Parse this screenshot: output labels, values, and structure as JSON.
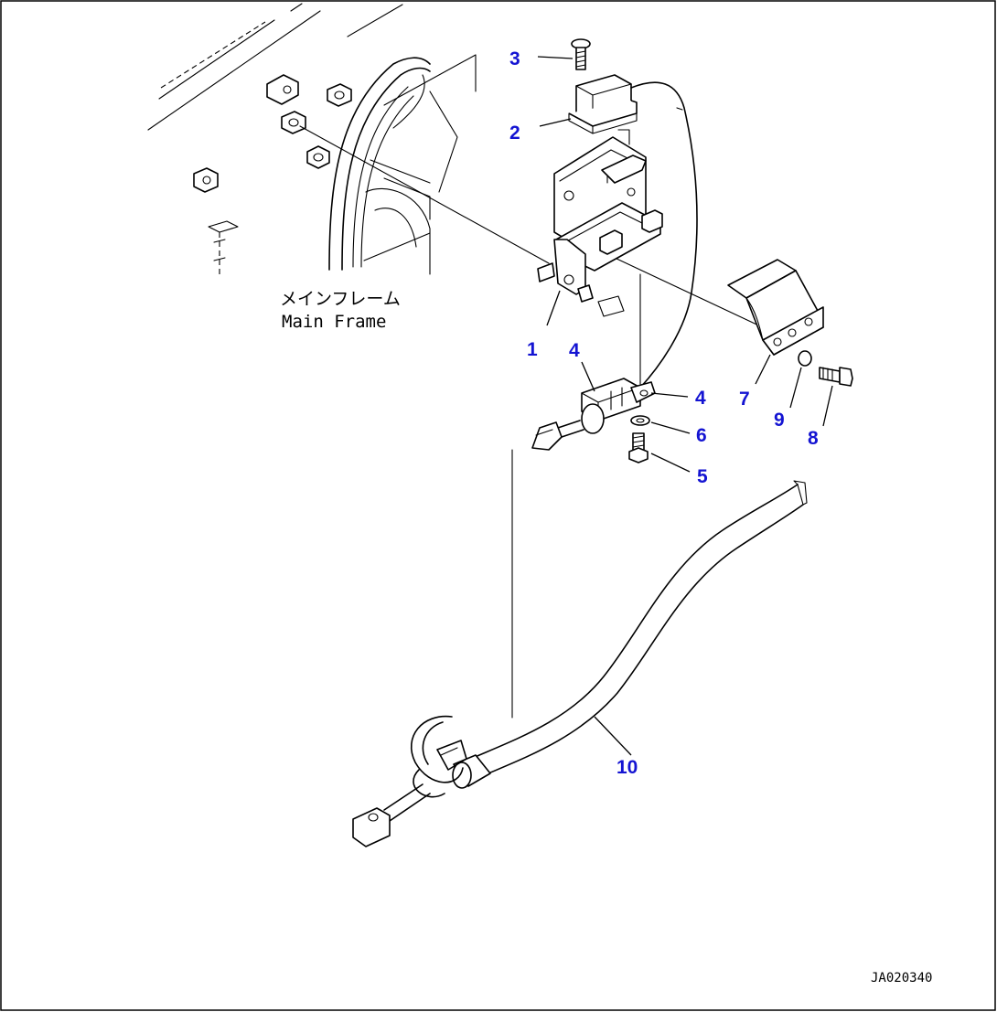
{
  "frame_label": {
    "japanese": "メインフレーム",
    "english": "Main Frame"
  },
  "drawing_code": "JA020340",
  "callouts": {
    "c1": "1",
    "c2": "2",
    "c3": "3",
    "c4a": "4",
    "c4b": "4",
    "c5": "5",
    "c6": "6",
    "c7": "7",
    "c8": "8",
    "c9": "9",
    "c10": "10"
  },
  "colors": {
    "callout": "#1414d2",
    "line": "#000000",
    "background": "#ffffff"
  }
}
